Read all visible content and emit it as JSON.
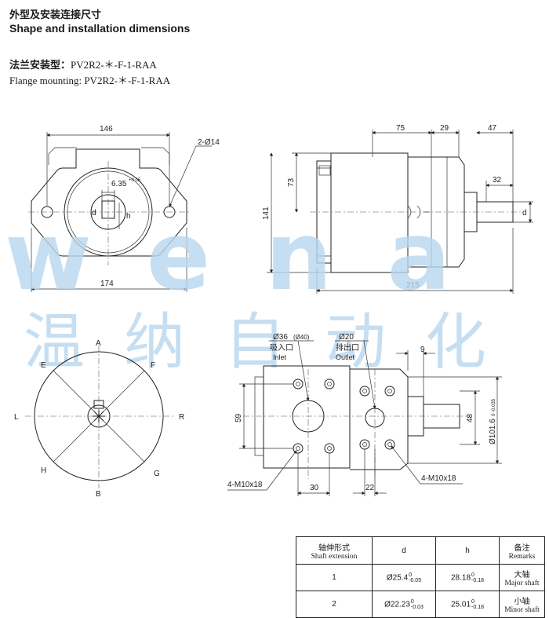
{
  "header": {
    "title_cn": "外型及安装连接尺寸",
    "title_en": "Shape and installation dimensions",
    "mount_label_cn": "法兰安装型：",
    "mount_model_cn": "PV2R2-＊-F-1-RAA",
    "mount_line_en": "Flange mounting: PV2R2-＊-F-1-RAA"
  },
  "watermark": {
    "latin": "wena",
    "cn": "温纳自动化"
  },
  "front_view": {
    "dim_top": "146",
    "dim_holes": "2-Ø14",
    "dim_key": "6.35",
    "dim_key_tol": "+0.05",
    "dim_bottom": "174",
    "label_d": "d",
    "label_h": "h"
  },
  "side_view": {
    "dim_75": "75",
    "dim_29": "29",
    "dim_47": "47",
    "dim_32": "32",
    "dim_73": "73",
    "dim_141": "141",
    "dim_215": "215",
    "label_d": "d"
  },
  "rotation_view": {
    "A": "A",
    "B": "B",
    "L": "L",
    "R": "R",
    "E": "E",
    "F": "F",
    "H": "H",
    "G": "G"
  },
  "port_view": {
    "inlet_dia": "Ø36",
    "inlet_dia2": "(Ø40)",
    "inlet_cn": "吸入口",
    "inlet_en": "Inlet",
    "outlet_dia": "Ø20",
    "outlet_cn": "排出口",
    "outlet_en": "Outlet",
    "dim_9": "9",
    "dim_59": "59",
    "dim_48": "48",
    "dim_1016": "Ø101.6",
    "dim_1016_tol": "0 -0.035",
    "thread_left": "4-M10x18",
    "thread_right": "4-M10x18",
    "dim_30": "30",
    "dim_22": "22"
  },
  "shaft_table": {
    "col1_cn": "轴伸形式",
    "col1_en": "Shaft extension",
    "col2": "d",
    "col3": "h",
    "col4_cn": "备注",
    "col4_en": "Remarks",
    "rows": [
      {
        "no": "1",
        "d": "Ø25.4",
        "d_tol_top": "0",
        "d_tol_bot": "-0.05",
        "h": "28.18",
        "h_tol_top": "0",
        "h_tol_bot": "-0.18",
        "remark_cn": "大轴",
        "remark_en": "Major shaft"
      },
      {
        "no": "2",
        "d": "Ø22.23",
        "d_tol_top": "0",
        "d_tol_bot": "-0.03",
        "h": "25.01",
        "h_tol_top": "0",
        "h_tol_bot": "-0.18",
        "remark_cn": "小轴",
        "remark_en": "Minor shaft"
      }
    ]
  }
}
